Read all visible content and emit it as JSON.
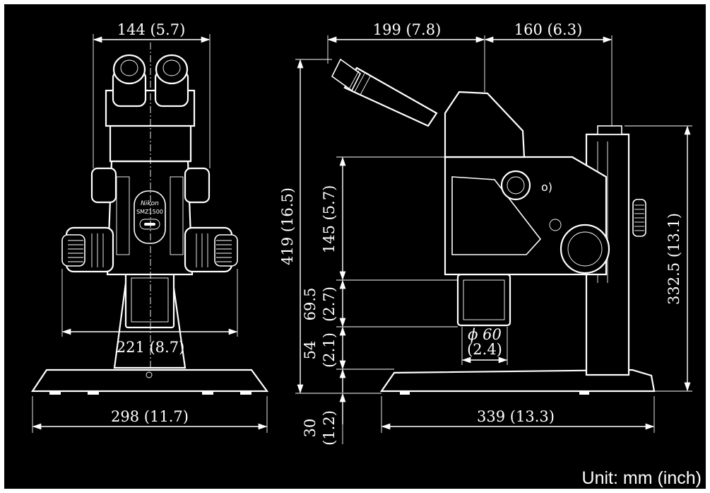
{
  "colors": {
    "background": "#000000",
    "line": "#ffffff",
    "frame": "#ffffff"
  },
  "front_view": {
    "brand": "Nikon",
    "model": "SMZ1500",
    "dims": {
      "eyepiece_width": "144 (5.7)",
      "knob_width": "221 (8.7)",
      "base_width": "298 (11.7)"
    }
  },
  "side_view": {
    "dims": {
      "eyepiece_horizontal": "199 (7.8)",
      "arm_horizontal": "160 (6.3)",
      "total_height": "419 (16.5)",
      "body_height": "145 (5.7)",
      "lens_height": "69.5",
      "lens_height_in": "(2.7)",
      "stage_gap": "54",
      "stage_gap_in": "(2.1)",
      "base_thickness": "30",
      "base_thickness_in": "(1.2)",
      "objective_diameter": "ϕ 60",
      "objective_diameter_in": "(2.4)",
      "base_depth": "339 (13.3)",
      "pillar_height": "332.5 (13.1)"
    }
  },
  "unit_label": "Unit: mm (inch)"
}
